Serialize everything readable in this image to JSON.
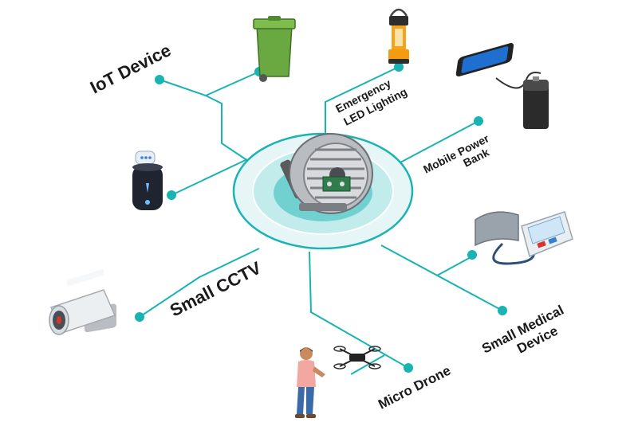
{
  "colors": {
    "accent": "#1ab3b3",
    "hub_outer": "#e6f6f6",
    "hub_inner": "#c2ebeb",
    "text": "#1a1a1a"
  },
  "hub": {
    "icon": "micro-generator-icon"
  },
  "labels": {
    "iot": "IoT Device",
    "emergency_1": "Emergency",
    "emergency_2": "LED Lighting",
    "mobile_1": "Mobile Power",
    "mobile_2": "Bank",
    "cctv": "Small CCTV",
    "drone": "Micro Drone",
    "medical_1": "Small Medical",
    "medical_2": "Device"
  },
  "icons": [
    "trash-bin-icon",
    "lantern-icon",
    "smartphone-icon",
    "power-bank-icon",
    "smart-speaker-icon",
    "blood-pressure-monitor-icon",
    "cctv-camera-icon",
    "person-icon",
    "drone-icon"
  ]
}
